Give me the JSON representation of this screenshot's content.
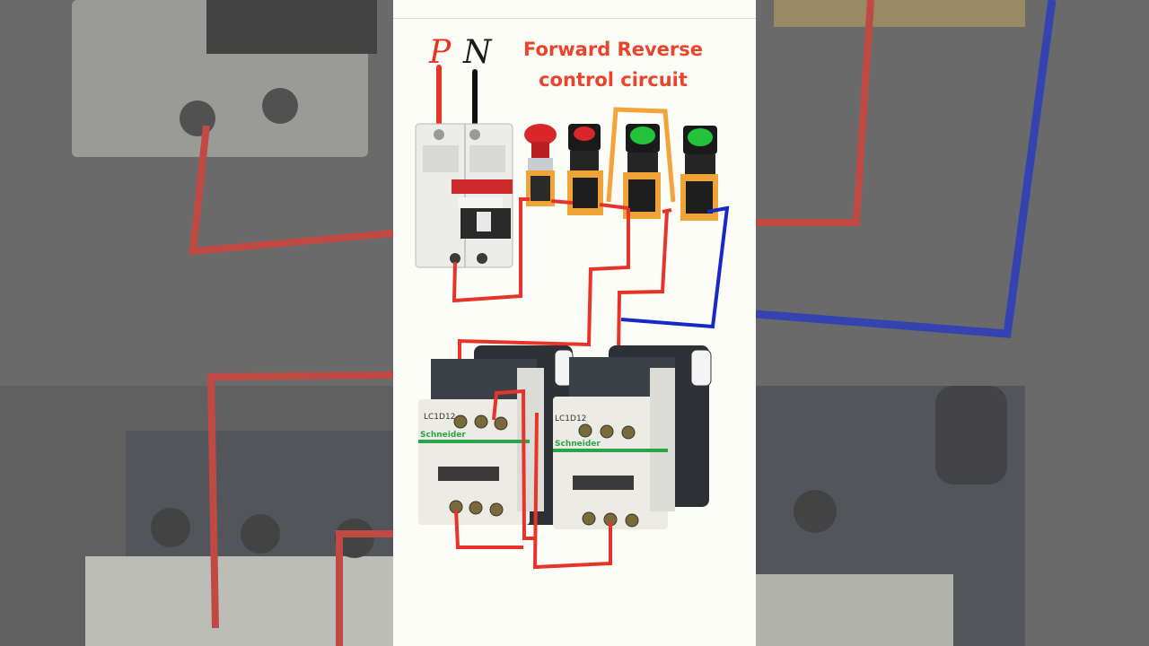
{
  "title": "Forward Reverse control circuit",
  "labels": {
    "phase": "P",
    "neutral": "N"
  },
  "contactor_model": "LC1D12",
  "brand": "Schneider",
  "colors": {
    "phase_wire": "#e8332a",
    "neutral_wire": "#111111",
    "control_wire": "#f2a43a",
    "blue_wire": "#1528c8",
    "title": "#e8452c",
    "green_button": "#22c33a",
    "red_button": "#d8262a"
  },
  "icons": [
    "breaker-icon",
    "emergency-stop-icon",
    "stop-button-icon",
    "forward-button-icon",
    "reverse-button-icon",
    "contactor-icon"
  ]
}
